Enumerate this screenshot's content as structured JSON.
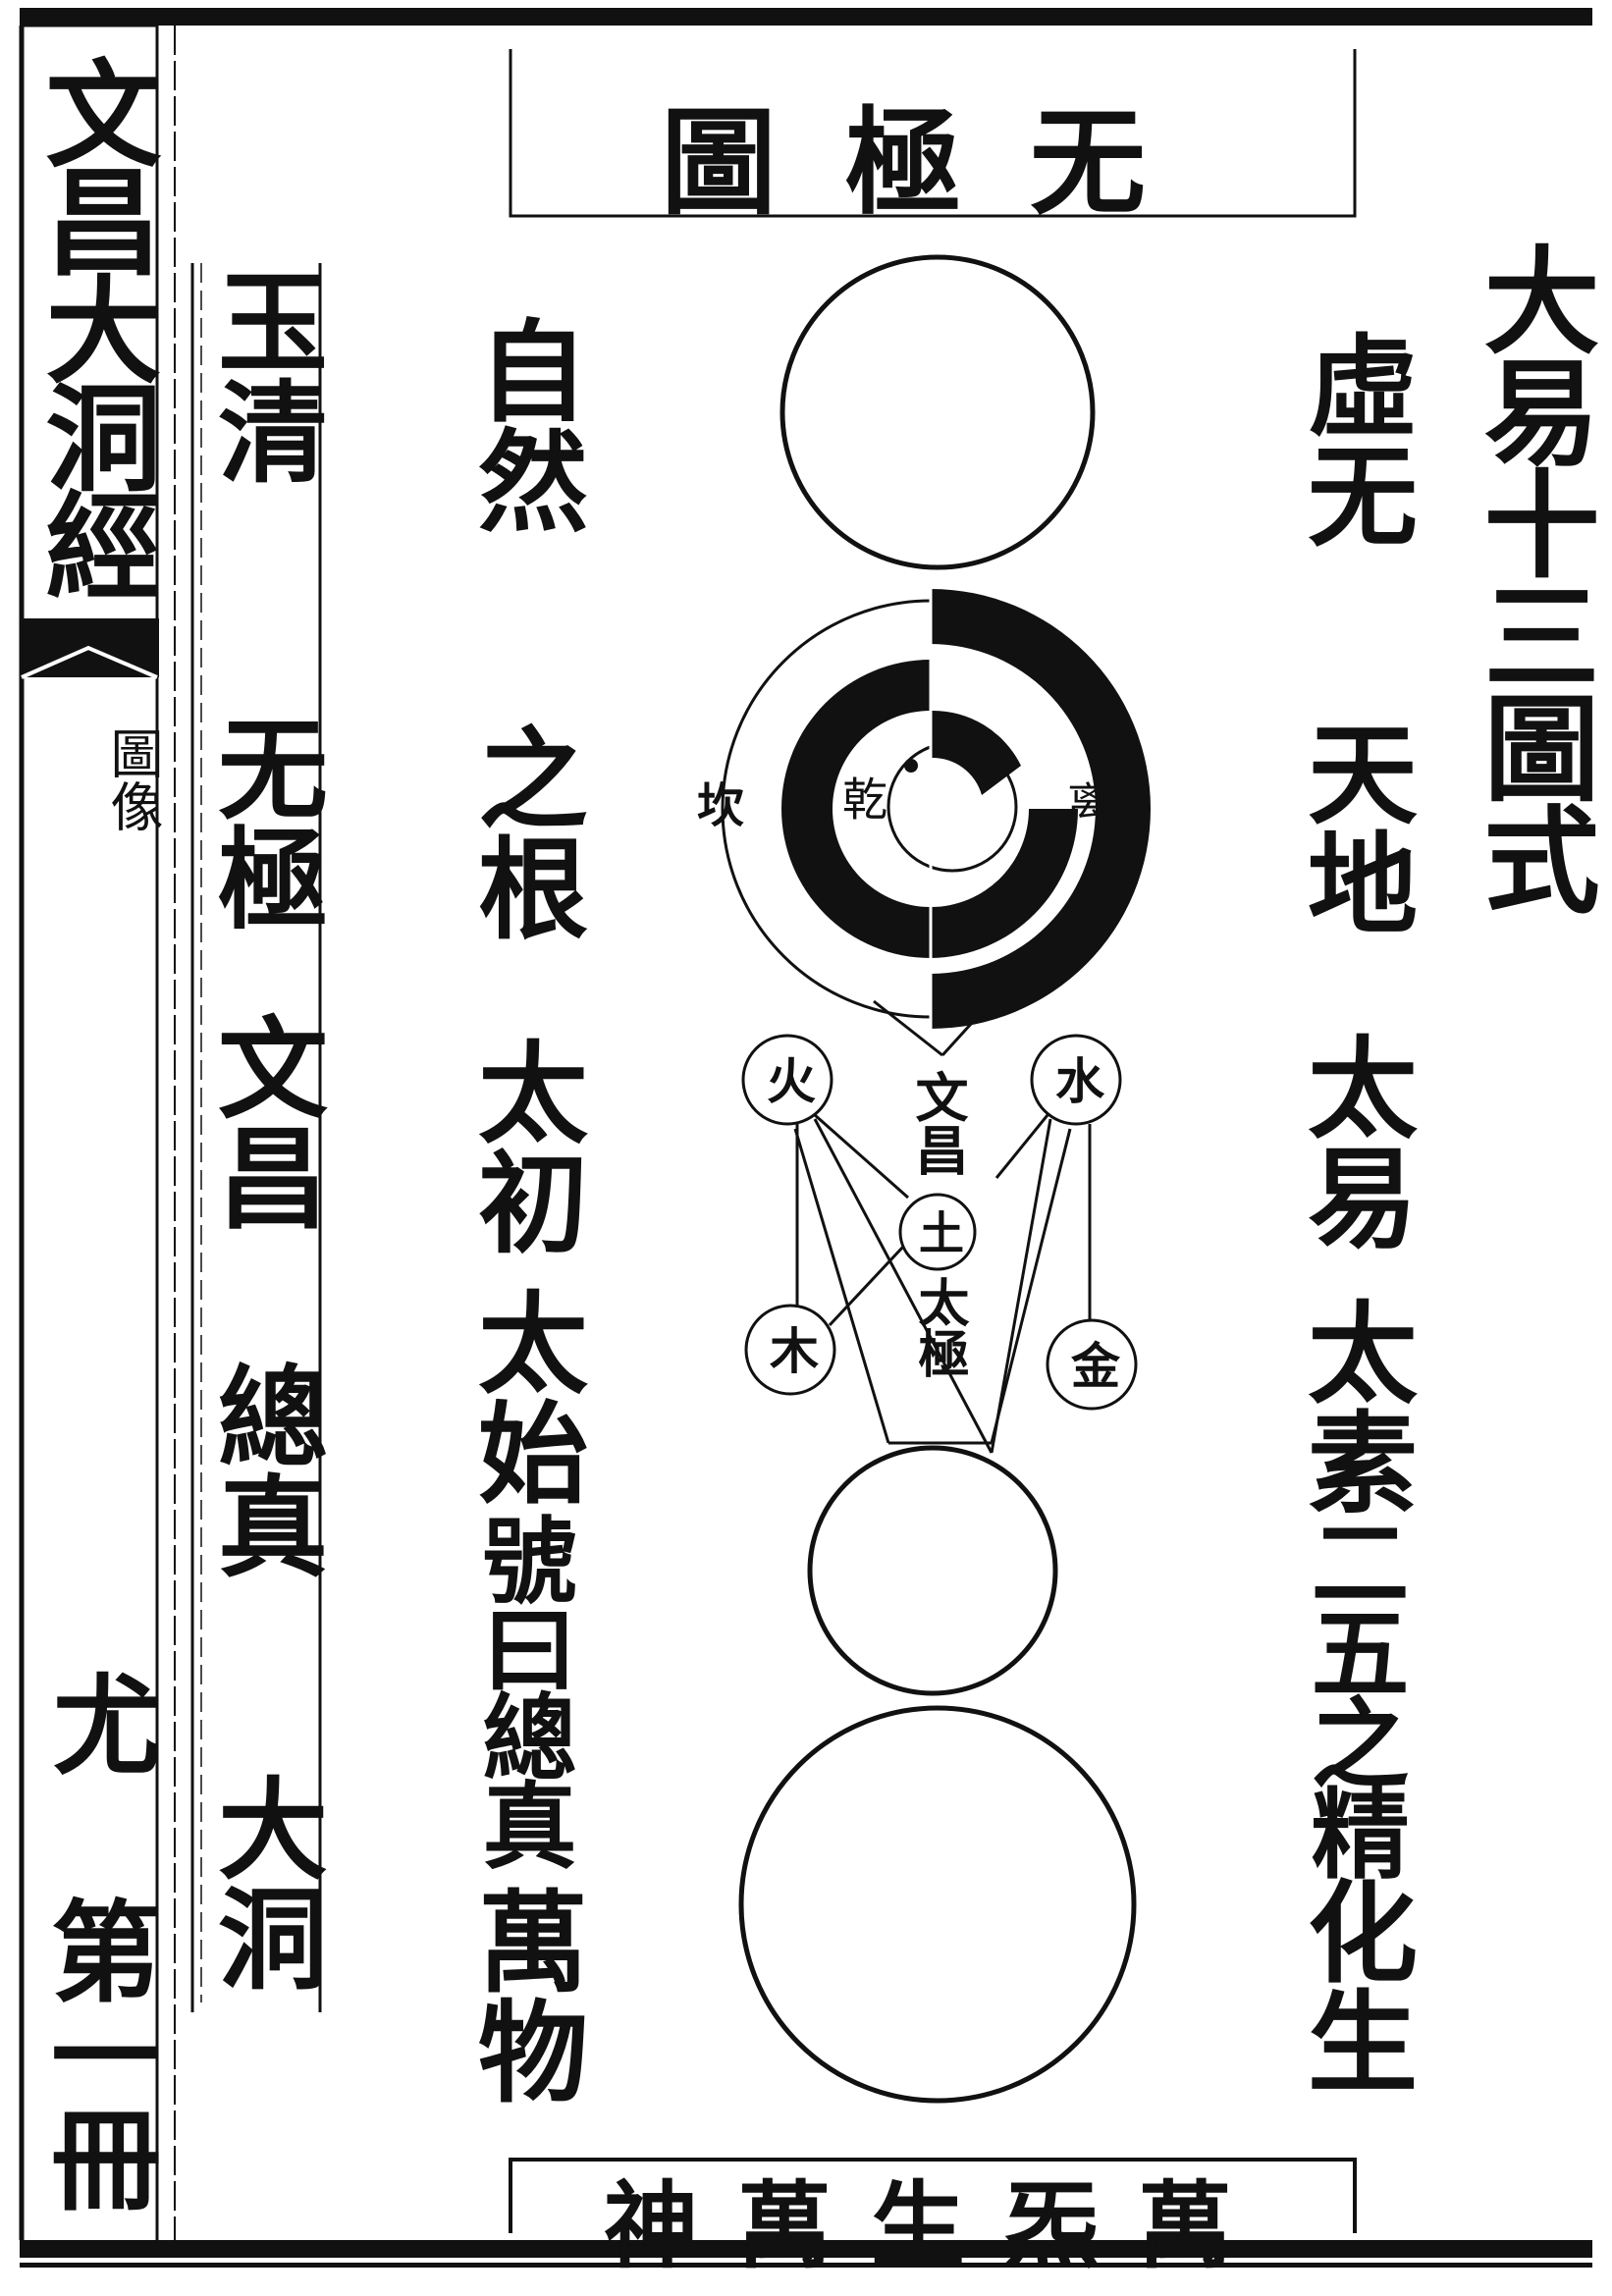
{
  "book_title": "文昌大洞經",
  "section_tab": "圖像",
  "volume_mark": "尤",
  "volume_number": "第一冊",
  "header_title": "无極圖",
  "footer_slogan": "萬炁生萬神",
  "main_heading": "大易十三圖式",
  "sidebar_column": {
    "label_1": "玉清",
    "label_2": "无極",
    "label_3": "文昌",
    "label_4": "總真",
    "label_5": "大洞"
  },
  "right_column": {
    "phrase_1": "虛无",
    "phrase_2": "天地",
    "phrase_3": "太易",
    "phrase_4": "太素",
    "phrase_5": "二五之精",
    "phrase_6": "化生"
  },
  "left_column": {
    "phrase_1": "自然",
    "phrase_2": "之根",
    "phrase_3": "太初",
    "phrase_4": "太始",
    "phrase_5": "號曰總真",
    "phrase_6": "萬物"
  },
  "diagram": {
    "kan_left_label": "坎",
    "qian_center_label": "乾",
    "li_right_label": "离",
    "fire_label": "火",
    "water_label": "水",
    "wenchang_label": "文昌",
    "earth_label": "土",
    "taiji_label": "太極",
    "wood_label": "木",
    "metal_label": "金"
  }
}
